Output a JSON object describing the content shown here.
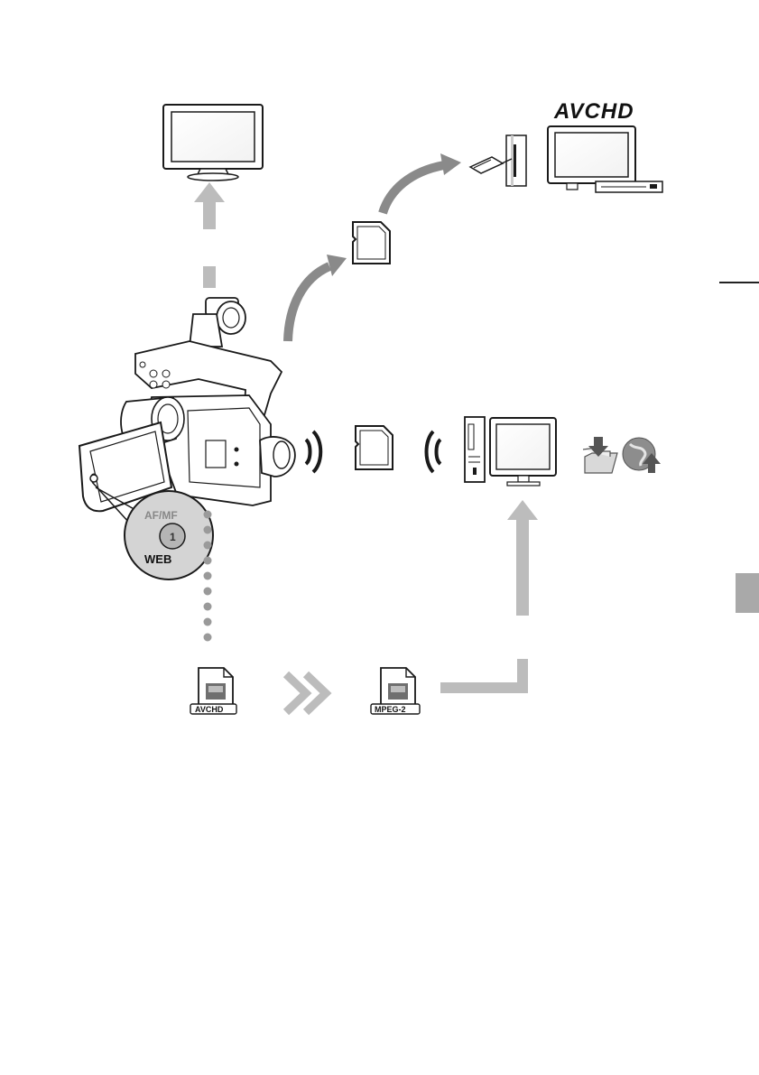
{
  "logo_text": "AVCHD",
  "camera_button": {
    "top_label": "AF/MF",
    "center_label": "1",
    "bottom_label": "WEB"
  },
  "file_badges": {
    "avchd": "AVCHD",
    "mpeg2": "MPEG-2"
  },
  "icons": [
    "tv-icon",
    "avchd-recorder-tv-icon",
    "sd-card-icon",
    "camcorder-icon",
    "wireless-wave-icon",
    "computer-icon",
    "folder-download-icon",
    "web-upload-icon",
    "video-file-icon",
    "double-chevron-icon"
  ],
  "colors": {
    "arrow_light": "#bcbcbc",
    "arrow_dark": "#8a8a8a",
    "dot": "#9a9a9a",
    "line": "#1a1a1a",
    "side_tab": "#a9a9a9"
  }
}
